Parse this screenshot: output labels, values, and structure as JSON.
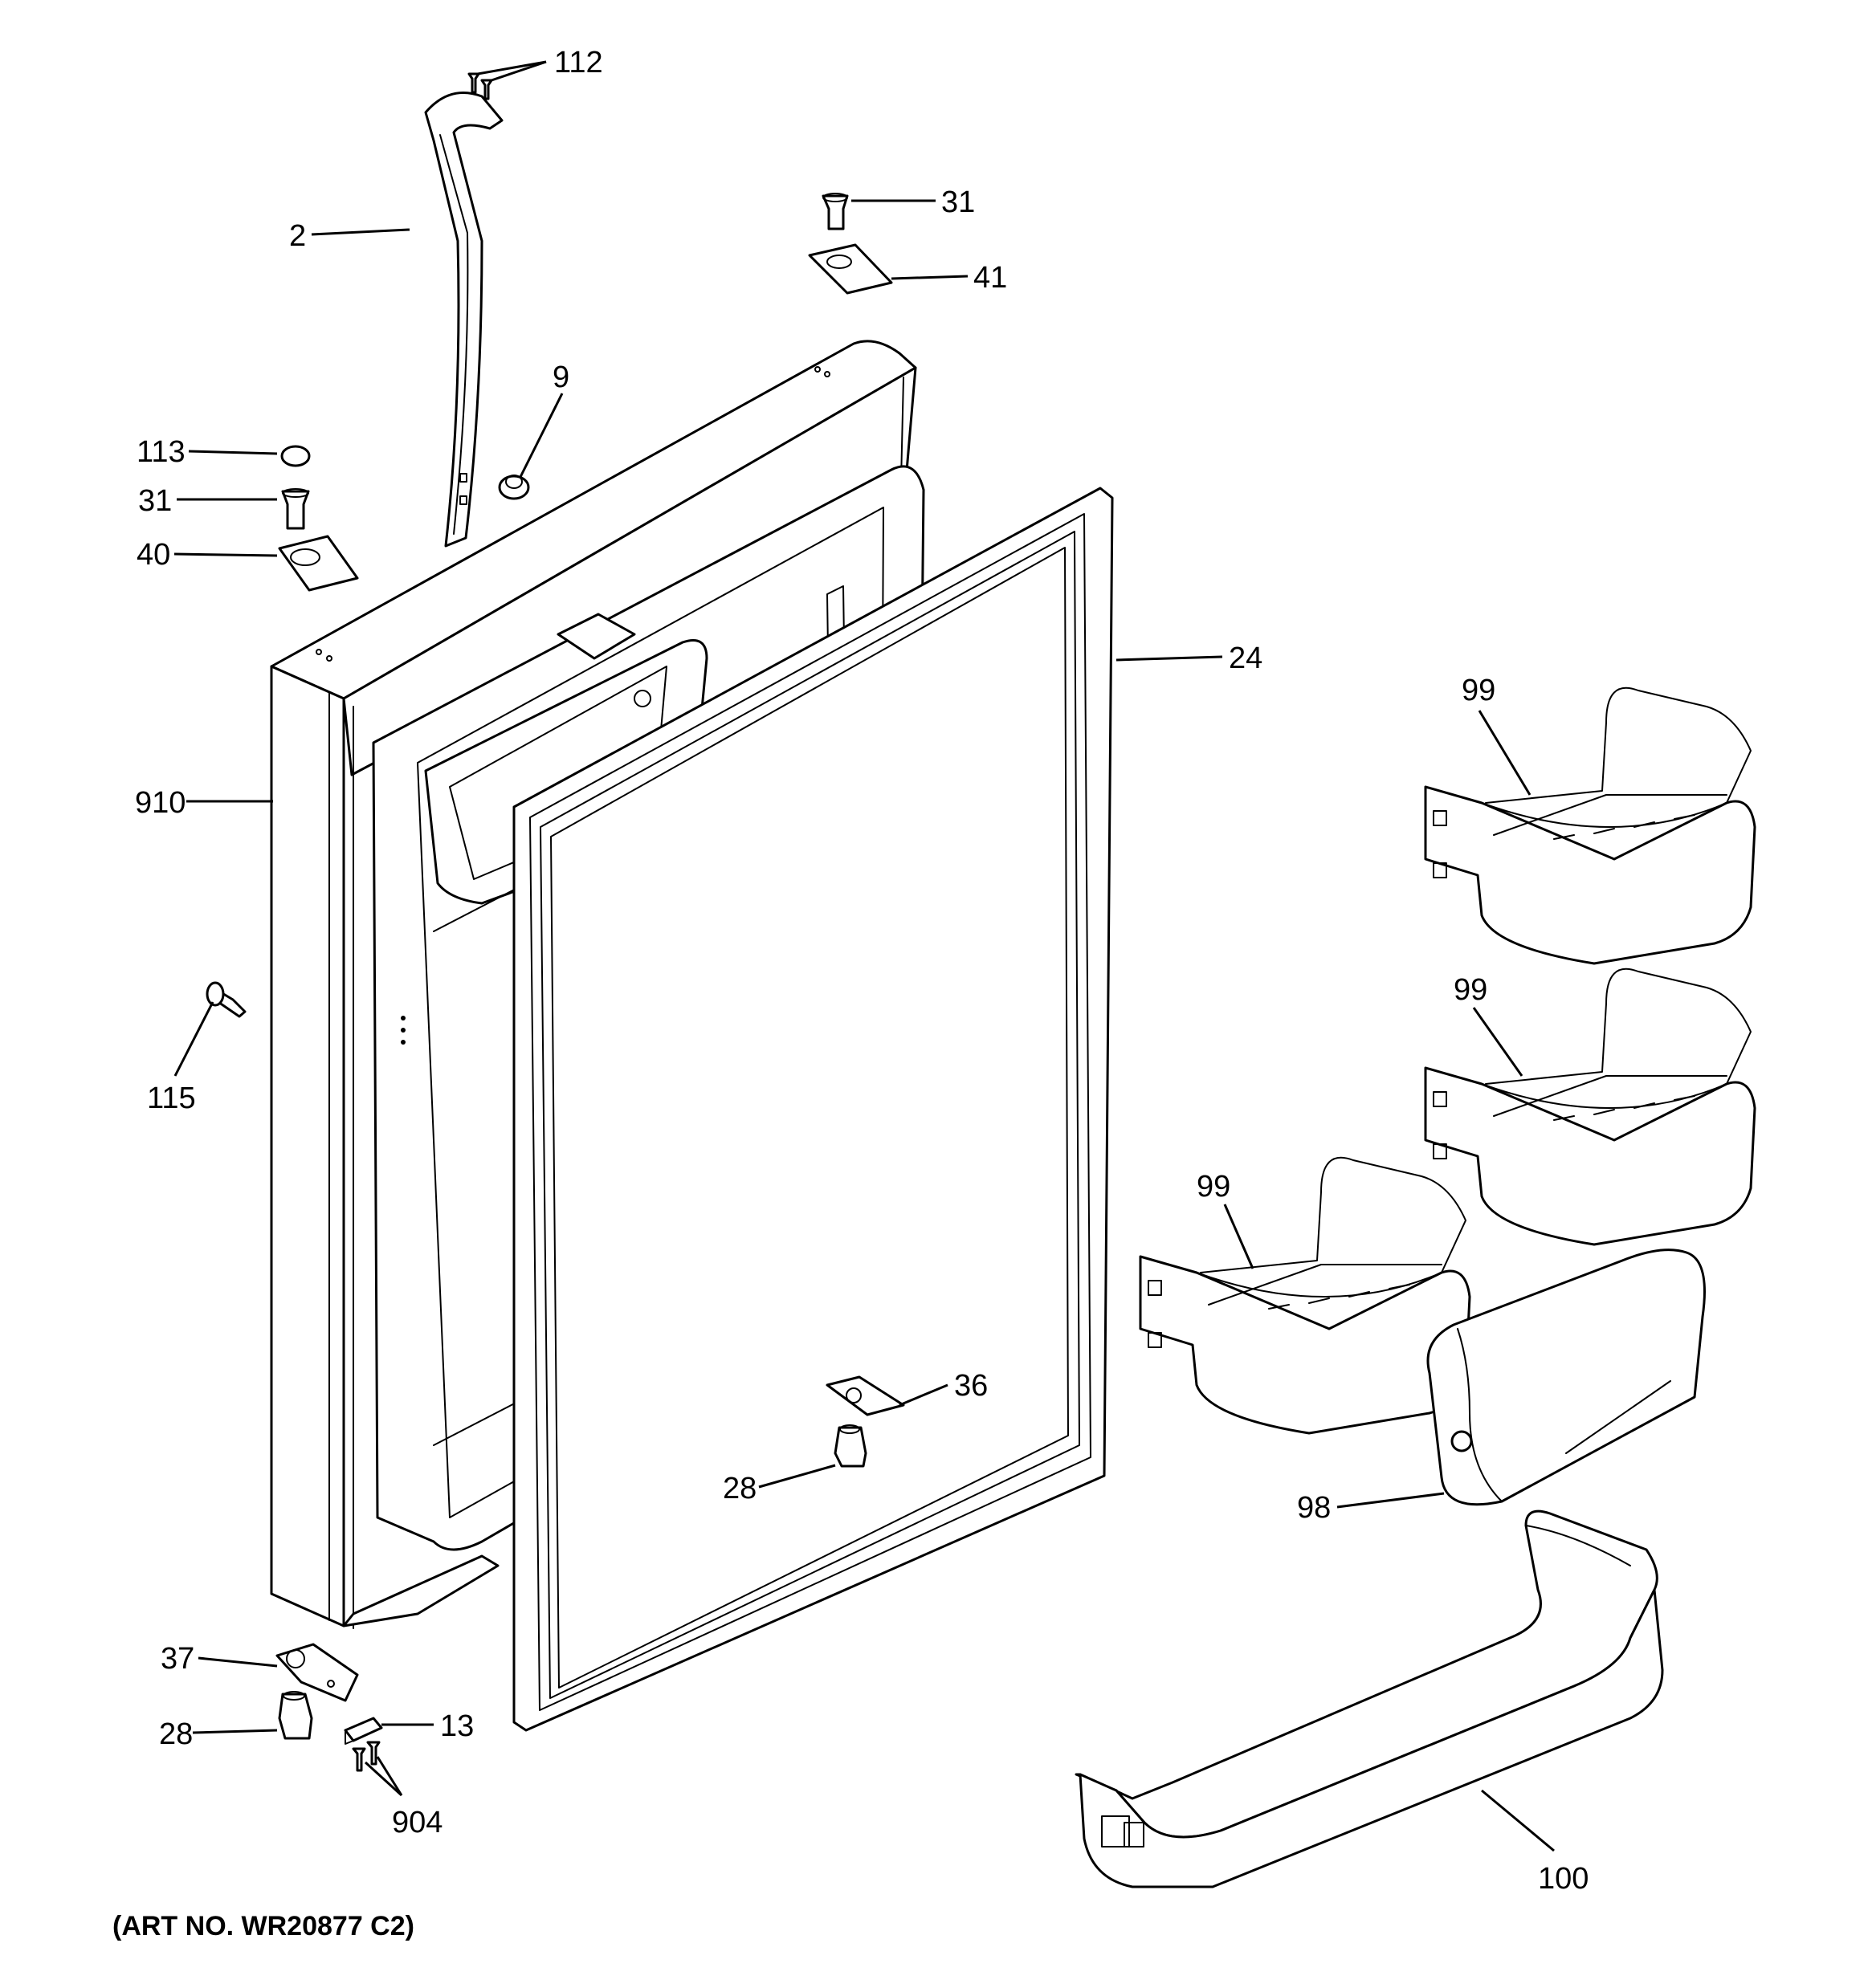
{
  "callouts": {
    "c112": "112",
    "c2": "2",
    "c31_top": "31",
    "c41": "41",
    "c9": "9",
    "c113": "113",
    "c31_left": "31",
    "c40": "40",
    "c24": "24",
    "c910": "910",
    "c99_a": "99",
    "c99_b": "99",
    "c99_c": "99",
    "c115": "115",
    "c36": "36",
    "c28_center": "28",
    "c98": "98",
    "c37": "37",
    "c28_left": "28",
    "c13": "13",
    "c904": "904",
    "c100": "100"
  },
  "art_number": "(ART NO. WR20877 C2)"
}
